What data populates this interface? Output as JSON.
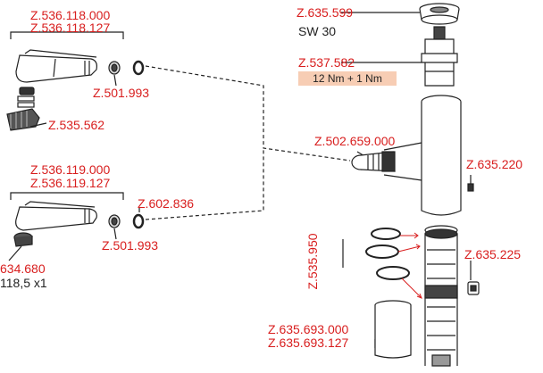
{
  "colors": {
    "label": "#d81e1e",
    "torque_bg": "#f7cdb4",
    "line": "#222222"
  },
  "labels": {
    "cartridge_nut": "Z.635.599",
    "wrench_size": "SW 30",
    "cartridge": "Z.537.582",
    "torque": "12 Nm + 1 Nm",
    "spout_top_1": "Z.536.118.000",
    "spout_top_2": "Z.536.118.127",
    "spout_top_gasket": "Z.501.993",
    "spout_top_parts": "Z.535.562",
    "spout_bottom_1": "Z.536.119.000",
    "spout_bottom_2": "Z.536.119.127",
    "spout_bottom_gasket": "Z.501.993",
    "spout_bottom_washer": "Z.602.836",
    "aerator": "634.680",
    "aerator_size": "118,5 x1",
    "hose": "Z.502.659.000",
    "set_screw": "Z.635.220",
    "orings": "Z.535.950",
    "clip": "Z.635.225",
    "sleeve_1": "Z.635.693.000",
    "sleeve_2": "Z.635.693.127"
  }
}
